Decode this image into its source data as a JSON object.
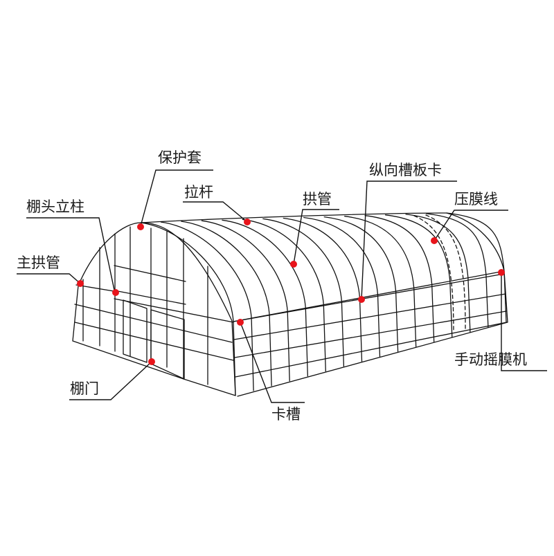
{
  "diagram": {
    "labels": {
      "baohutao": "保护套",
      "lagan": "拉杆",
      "gongguan": "拱管",
      "zongxiang": "纵向槽板卡",
      "yamoxian": "压膜线",
      "pengtou": "棚头立柱",
      "zhugong": "主拱管",
      "shoudong": "手动摇膜机",
      "pengmen": "棚门",
      "kacao": "卡槽"
    },
    "colors": {
      "line": "#111111",
      "marker": "#e8141b",
      "background": "#ffffff"
    }
  }
}
